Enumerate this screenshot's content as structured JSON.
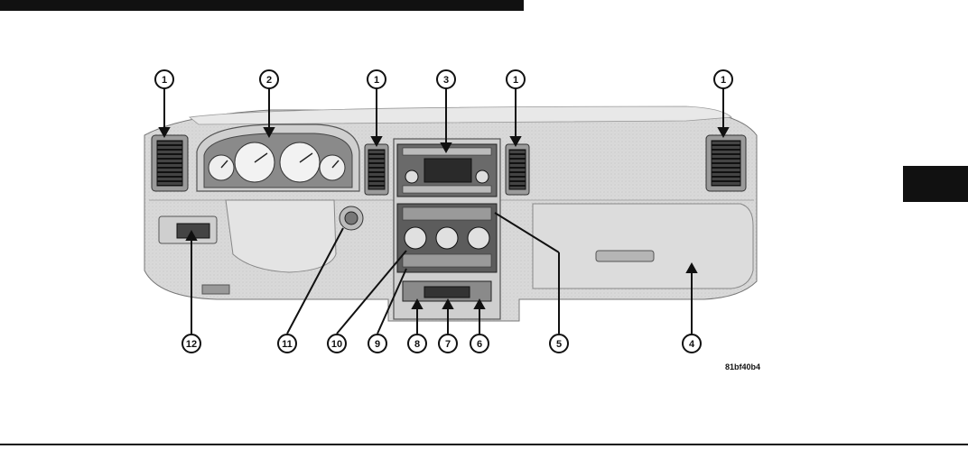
{
  "figure_code": "81bf40b4",
  "callouts": {
    "c1a": "1",
    "c2": "2",
    "c1b": "1",
    "c3": "3",
    "c1c": "1",
    "c1d": "1",
    "c12": "12",
    "c11": "11",
    "c10": "10",
    "c9": "9",
    "c8": "8",
    "c7": "7",
    "c6": "6",
    "c5": "5",
    "c4": "4"
  },
  "colors": {
    "ink": "#111111",
    "panel": "#d6d6d6",
    "panel_light": "#e6e6e6",
    "panel_dark": "#bdbdbd"
  }
}
